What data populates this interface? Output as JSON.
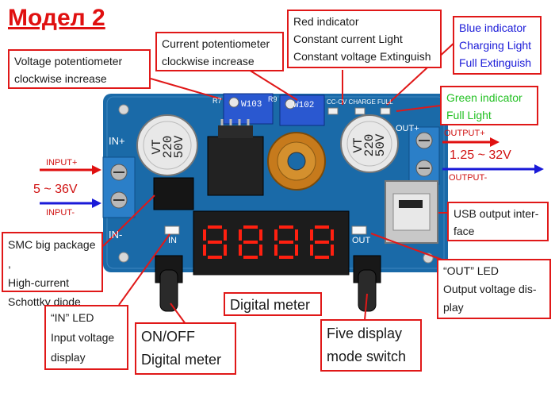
{
  "title": "Модел 2",
  "labels": {
    "voltage_pot": [
      "Voltage potentiometer",
      "clockwise increase"
    ],
    "current_pot": [
      "Current potentiometer",
      "clockwise increase"
    ],
    "red_indicator": [
      "Red indicator",
      "Constant current Light",
      "Constant voltage Extinguish"
    ],
    "blue_indicator": [
      "Blue indicator",
      "Charging Light",
      "Full Extinguish"
    ],
    "green_indicator": [
      "Green indicator",
      "Full Light"
    ],
    "usb_output": [
      "USB output inter-",
      "face"
    ],
    "out_led": [
      "“OUT”   LED",
      "Output voltage dis-",
      "play"
    ],
    "smc": [
      "SMC big package ,",
      "High-current",
      "Schottky diode"
    ],
    "in_led": [
      "“IN”   LED",
      "Input voltage",
      "display"
    ],
    "digital_meter": "Digital meter",
    "onoff": [
      "ON/OFF",
      "Digital meter"
    ],
    "five_display": [
      "Five display",
      "mode switch"
    ]
  },
  "io": {
    "input_plus": "INPUT+",
    "input_minus": "INPUT-",
    "input_range": "5 ~ 36V",
    "output_plus": "OUTPUT+",
    "output_minus": "OUTPUT-",
    "output_range": "1.25 ~ 32V"
  },
  "board": {
    "in_plus": "IN+",
    "in_minus": "IN-",
    "out_plus": "OUT+",
    "in_led": "IN",
    "out_led": "OUT",
    "pot1": "W103",
    "pot2": "W102",
    "cap_text": [
      "VT",
      "220",
      "50V"
    ],
    "led_labels": "CC-CV  CHARGE  FULL",
    "r7": "R7",
    "r9": "R9"
  },
  "colors": {
    "pcb": "#1a6aa8",
    "label_border": "#e01818",
    "arrow_red": "#e01010",
    "arrow_blue": "#1a1ad8",
    "blue_text": "#1a1ad8",
    "green_text": "#22c022",
    "segment": "#ff2010"
  }
}
